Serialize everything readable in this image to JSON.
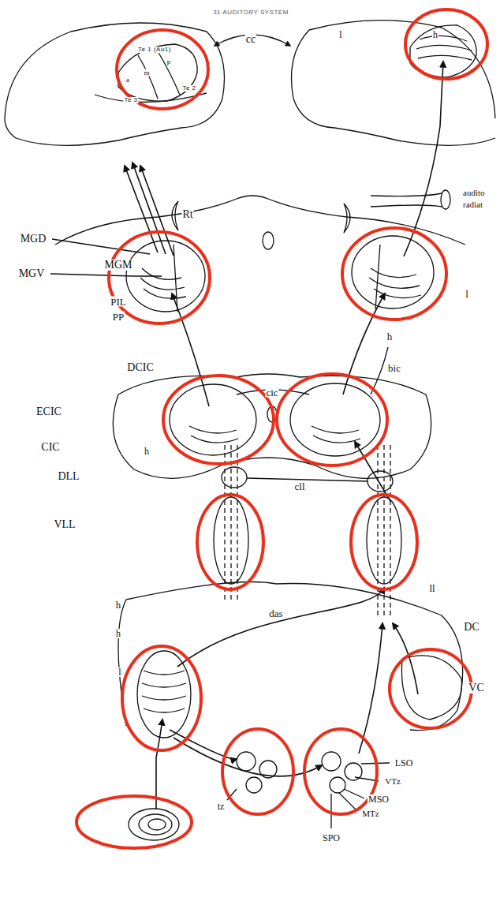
{
  "diagram": {
    "labels": [
      "31 AUDITORY SYSTEM",
      "cc",
      "Te 1 (Au1)",
      "p",
      "m",
      "a",
      "Te 2",
      "Te 3",
      "l",
      "h",
      "Rt",
      "audito radiat",
      "MGD",
      "MGV",
      "MGM",
      "PIL",
      "PP",
      "l",
      "h",
      "bic",
      "DCIC",
      "cic",
      "ECIC",
      "CIC",
      "h",
      "DLL",
      "cll",
      "VLL",
      "ll",
      "h",
      "das",
      "DC",
      "VC",
      "h",
      "l",
      "LSO",
      "VTz",
      "MSO",
      "MTz",
      "tz",
      "SPO"
    ]
  }
}
